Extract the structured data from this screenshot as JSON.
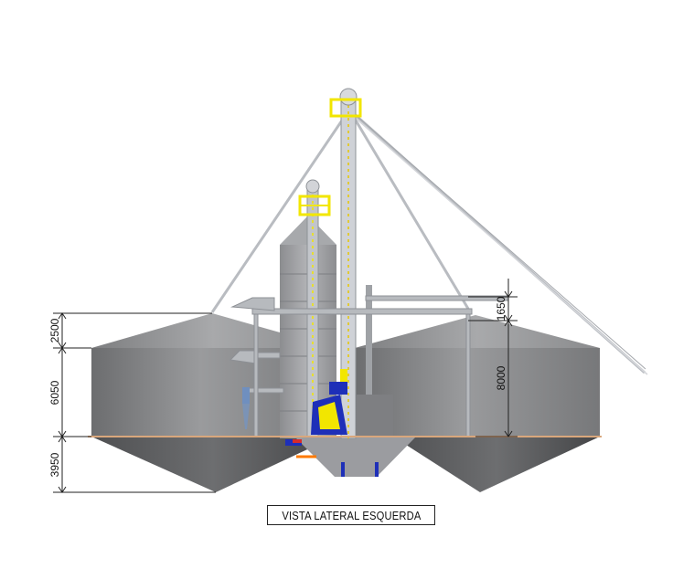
{
  "caption": "VISTA LATERAL ESQUERDA",
  "dimensions": {
    "left_roof": "2500",
    "left_wall": "6050",
    "left_hopper": "3950",
    "right_top": "1650",
    "right_wall": "8000"
  },
  "colors": {
    "silo_body": "#8a8b8d",
    "silo_dark": "#5d5e60",
    "steel_light": "#c9ccd1",
    "accent_yellow": "#f2e600",
    "accent_blue": "#1e2fb8",
    "ground_line": "#d9a77c"
  }
}
